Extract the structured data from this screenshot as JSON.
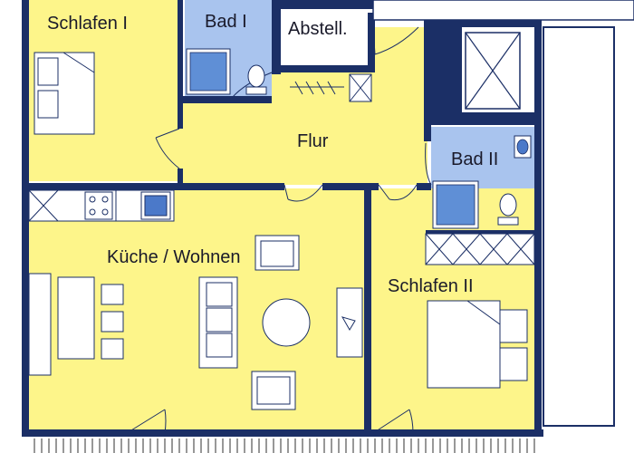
{
  "floorplan": {
    "colors": {
      "living": "#fdf58a",
      "bath": "#a9c4ee",
      "wall": "#1b2f66",
      "fixture": "#ffffff",
      "tub": "#5f8fd6",
      "sink": "#4b79c9",
      "terrace_line": "#6b6b6b"
    },
    "rooms": [
      {
        "id": "schlafen-1",
        "label": "Schlafen I",
        "type": "bedroom"
      },
      {
        "id": "bad-1",
        "label": "Bad I",
        "type": "bathroom"
      },
      {
        "id": "abstell",
        "label": "Abstell.",
        "type": "storage"
      },
      {
        "id": "flur",
        "label": "Flur",
        "type": "hallway"
      },
      {
        "id": "bad-2",
        "label": "Bad II",
        "type": "bathroom"
      },
      {
        "id": "kueche-wohnen",
        "label": "Küche / Wohnen",
        "type": "kitchen-living"
      },
      {
        "id": "schlafen-2",
        "label": "Schlafen II",
        "type": "bedroom"
      }
    ]
  }
}
